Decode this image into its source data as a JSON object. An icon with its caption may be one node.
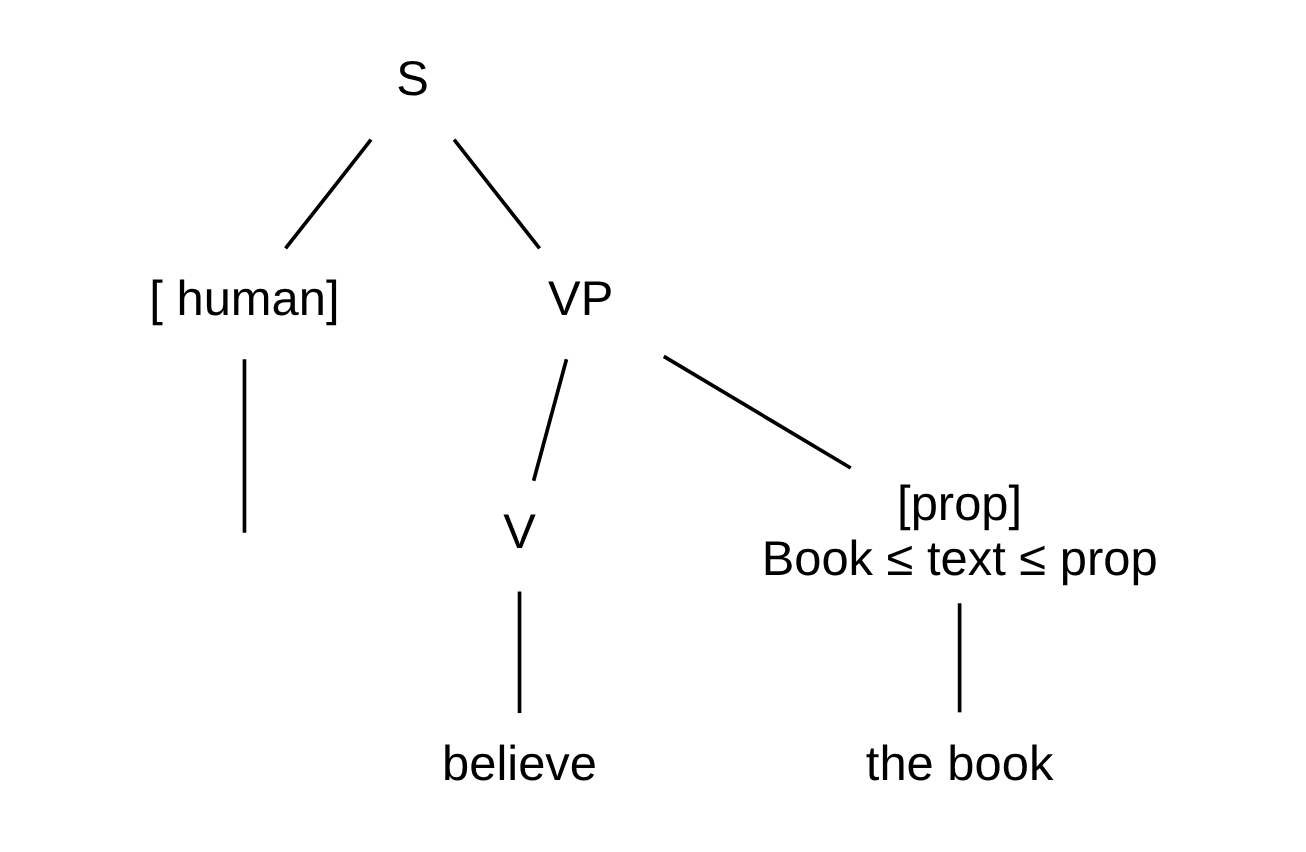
{
  "diagram": {
    "nodes": [
      {
        "text": [
          "S"
        ]
      },
      {
        "text": [
          "[ human]"
        ]
      },
      {
        "text": [
          "VP"
        ]
      },
      {
        "text": [
          "V"
        ]
      },
      {
        "text": [
          "[prop]",
          "Book ≤ text ≤ prop"
        ]
      },
      {
        "text": [
          "believe"
        ]
      },
      {
        "text": [
          "the book"
        ]
      }
    ],
    "edges": [
      {
        "from": 0,
        "to": 1,
        "arrow": "none"
      },
      {
        "from": 0,
        "to": 2,
        "arrow": "none"
      },
      {
        "from": 1,
        "to": null,
        "arrow": "none"
      },
      {
        "from": 2,
        "to": 3,
        "arrow": "none"
      },
      {
        "from": 2,
        "to": 4,
        "arrow": "none"
      },
      {
        "from": 3,
        "to": 5,
        "arrow": "none"
      },
      {
        "from": 4,
        "to": 6,
        "arrow": "none"
      }
    ]
  }
}
